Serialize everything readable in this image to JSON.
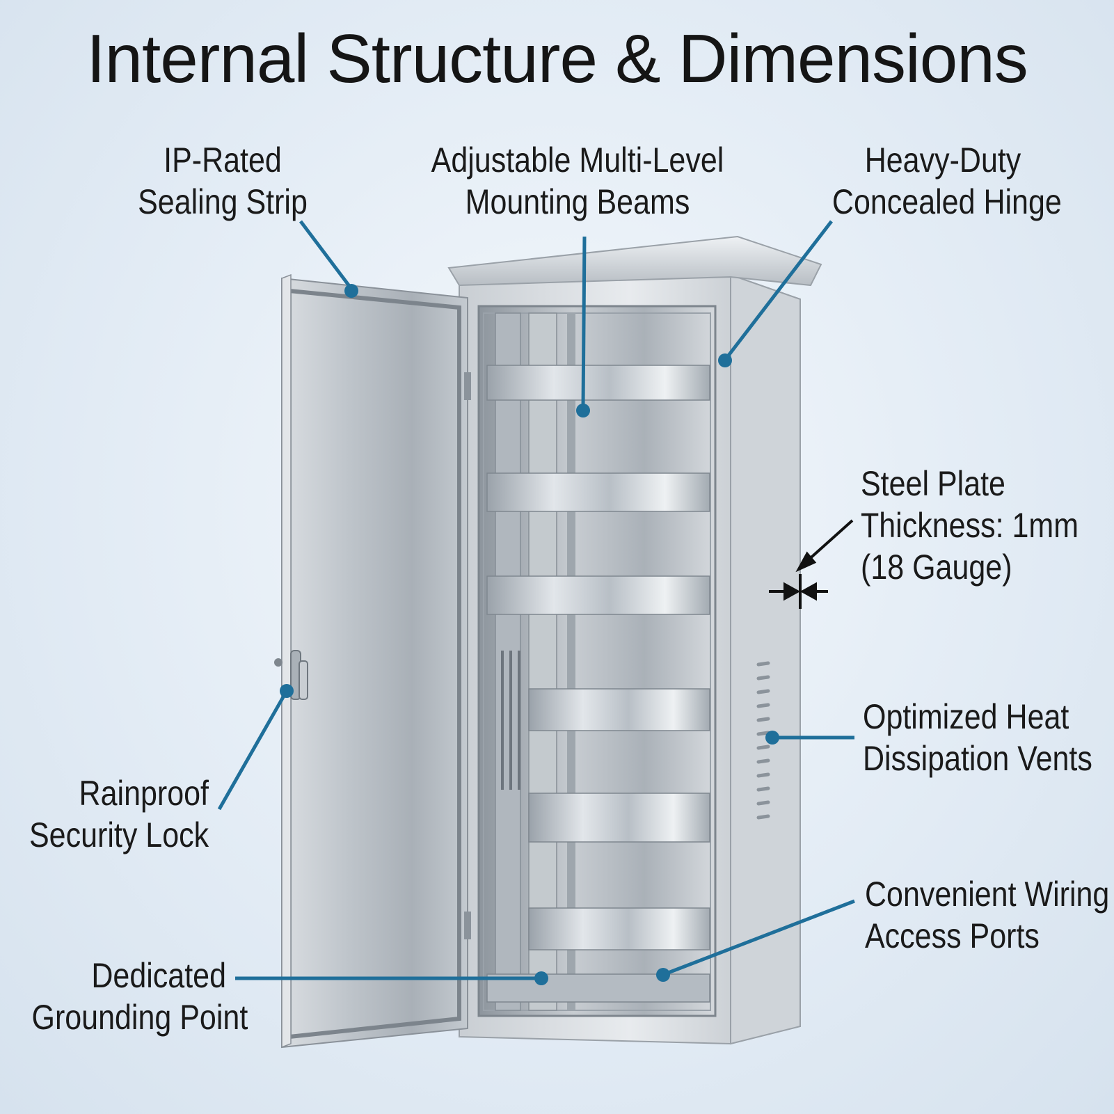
{
  "title": "Internal Structure & Dimensions",
  "accent_color": "#1f6f9a",
  "callouts": [
    {
      "id": "sealing-strip",
      "lines": [
        "IP-Rated",
        "Sealing Strip"
      ]
    },
    {
      "id": "mounting-beams",
      "lines": [
        "Adjustable Multi-Level",
        "Mounting Beams"
      ]
    },
    {
      "id": "hinge",
      "lines": [
        "Heavy-Duty",
        "Concealed Hinge"
      ]
    },
    {
      "id": "steel-plate",
      "lines": [
        "Steel Plate",
        "Thickness: 1mm",
        "(18 Gauge)"
      ]
    },
    {
      "id": "heat-vents",
      "lines": [
        "Optimized Heat",
        "Dissipation Vents"
      ]
    },
    {
      "id": "security-lock",
      "lines": [
        "Rainproof",
        "Security Lock"
      ]
    },
    {
      "id": "wiring-ports",
      "lines": [
        "Convenient Wiring",
        "Access Ports"
      ]
    },
    {
      "id": "grounding-point",
      "lines": [
        "Dedicated",
        "Grounding Point"
      ]
    }
  ]
}
